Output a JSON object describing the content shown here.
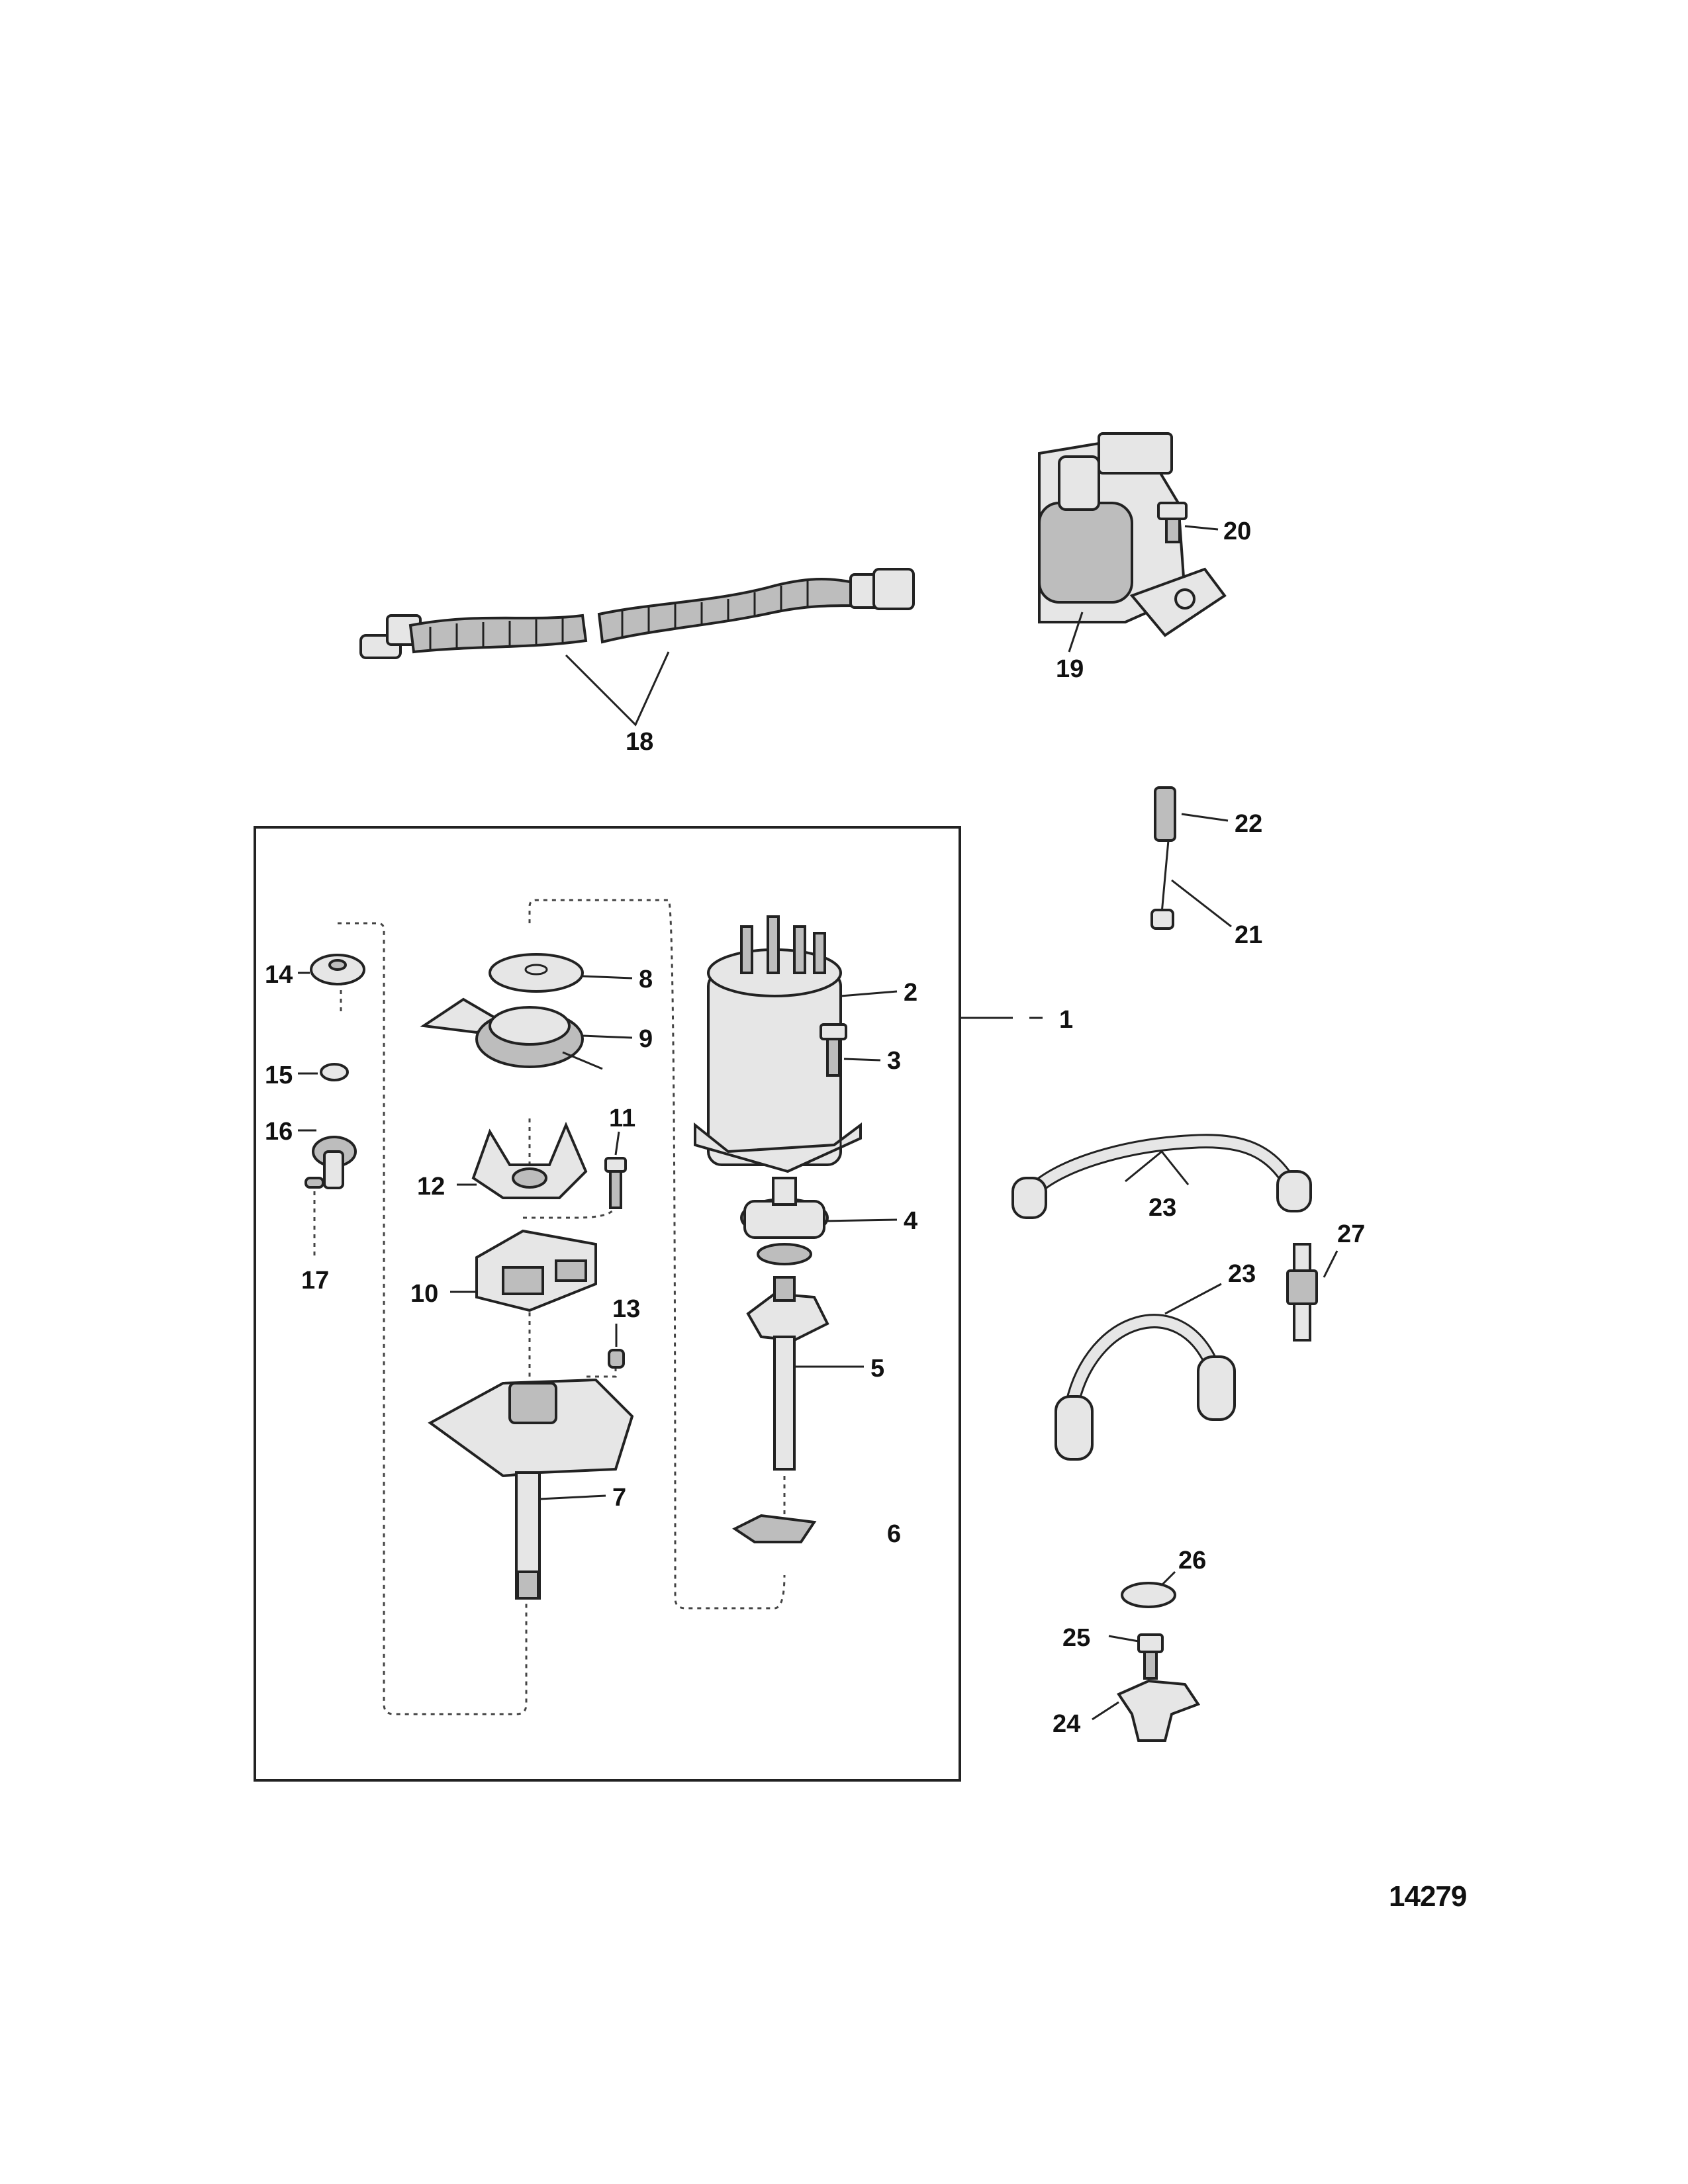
{
  "figure_number": "14279",
  "callouts": [
    "1",
    "2",
    "3",
    "4",
    "5",
    "6",
    "7",
    "8",
    "9",
    "10",
    "11",
    "12",
    "13",
    "14",
    "15",
    "16",
    "17",
    "18",
    "19",
    "20",
    "21",
    "22",
    "23",
    "23",
    "24",
    "25",
    "26",
    "27"
  ]
}
